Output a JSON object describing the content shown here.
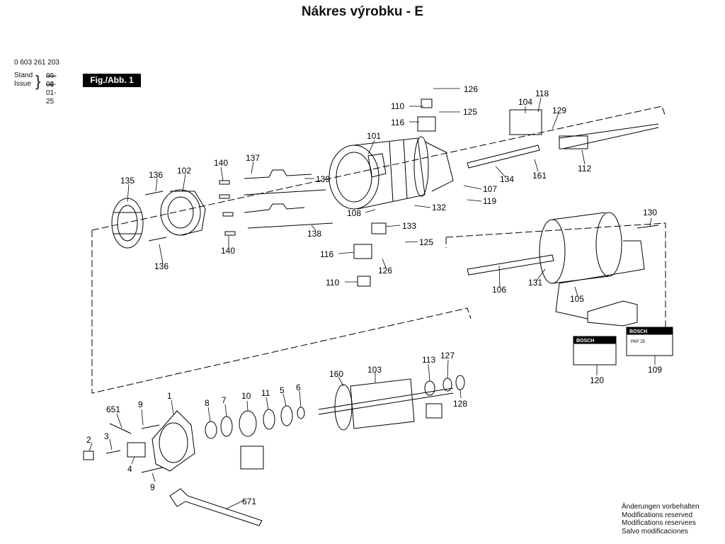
{
  "title": "Nákres výrobku - E",
  "header": {
    "part_number": "0 603 261 203",
    "stand_label": "Stand",
    "issue_label": "Issue",
    "stand_date": "99-01",
    "issue_date": "00-01-25",
    "figure_label": "Fig./Abb. 1"
  },
  "footer": [
    "Änderungen vorbehalten",
    "Modifications reserved",
    "Modifications reservees",
    "Salvo modificaciones"
  ],
  "badges": {
    "bosch": "BOSCH",
    "model": "PKF 25"
  },
  "callouts": [
    "126",
    "110",
    "125",
    "116",
    "101",
    "104",
    "118",
    "129",
    "137",
    "140",
    "102",
    "136",
    "135",
    "139",
    "107",
    "134",
    "161",
    "112",
    "119",
    "108",
    "132",
    "138",
    "133",
    "140",
    "136",
    "130",
    "116",
    "125",
    "126",
    "110",
    "106",
    "131",
    "105",
    "120",
    "109",
    "160",
    "103",
    "113",
    "127",
    "128",
    "1",
    "9",
    "651",
    "8",
    "7",
    "10",
    "11",
    "5",
    "6",
    "2",
    "3",
    "4",
    "9",
    "671"
  ]
}
